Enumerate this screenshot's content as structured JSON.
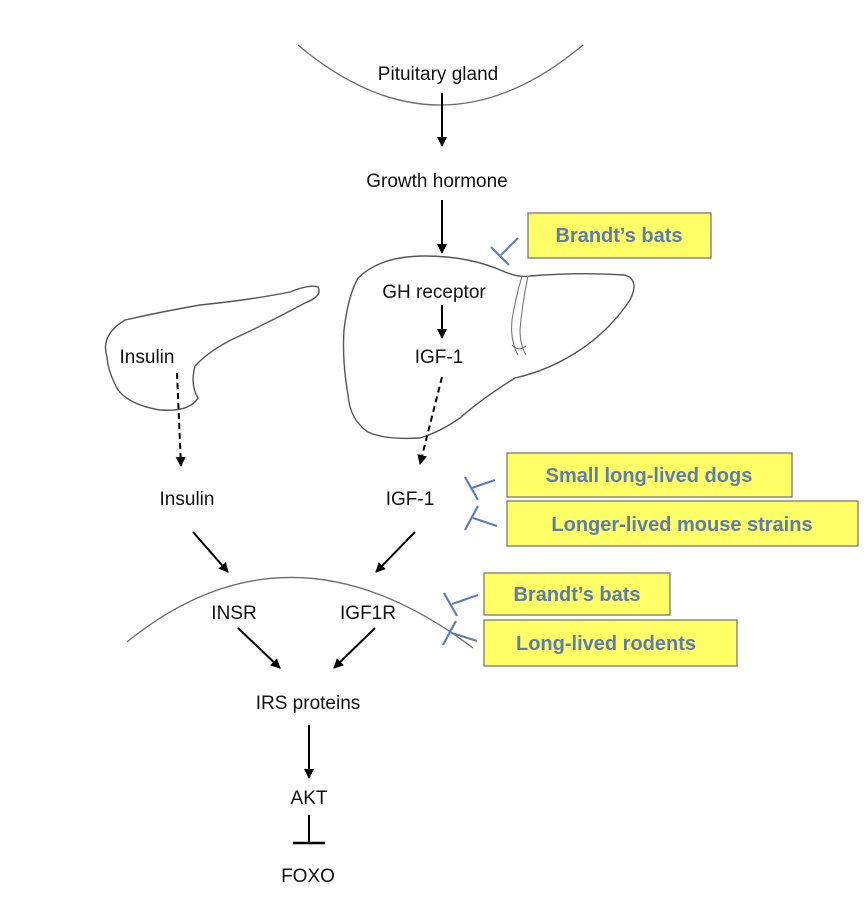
{
  "colors": {
    "highlight_fill": "#ffff66",
    "highlight_text": "#5b7db1",
    "inhibitor": "#5b7db1",
    "arrow": "#000000",
    "outline": "#6b6b6b"
  },
  "labels": {
    "pituitary": "Pituitary gland",
    "growth_hormone": "Growth hormone",
    "gh_receptor": "GH receptor",
    "igf1_liver": "IGF-1",
    "insulin_pancreas": "Insulin",
    "insulin": "Insulin",
    "igf1": "IGF-1",
    "insr": "INSR",
    "igf1r": "IGF1R",
    "irs": "IRS proteins",
    "akt": "AKT",
    "foxo": "FOXO"
  },
  "boxes": {
    "brandts_bats_ghr": "Brandt’s bats",
    "small_dogs": "Small long-lived dogs",
    "mouse_strains": "Longer-lived mouse strains",
    "brandts_bats_igf1r": "Brandt’s bats",
    "long_lived_rodents": "Long-lived rodents"
  }
}
